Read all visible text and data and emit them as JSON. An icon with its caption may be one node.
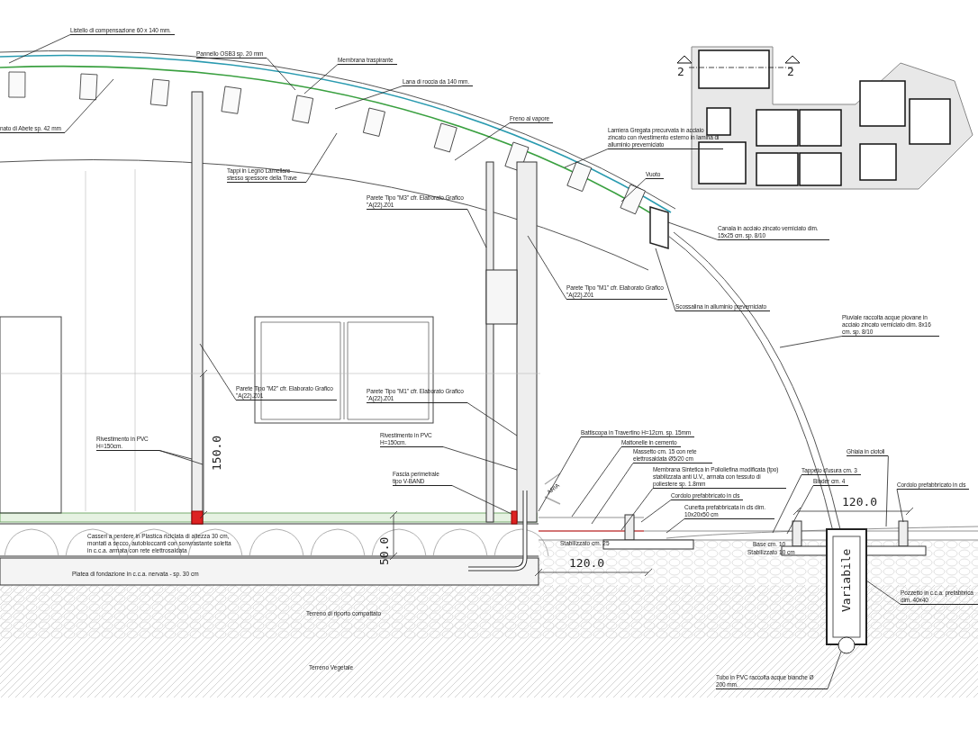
{
  "diagram": {
    "nodes": [
      {
        "text": [
          "Listello di compensazione 60 x 140 mm."
        ]
      },
      {
        "text": [
          "nato di Abete sp. 42 mm"
        ]
      },
      {
        "text": [
          "Pannello OSB3 sp. 20 mm"
        ]
      },
      {
        "text": [
          "Membrana traspirante"
        ]
      },
      {
        "text": [
          "Lana di roccia  da 140 mm."
        ]
      },
      {
        "text": [
          "Freno al vapore"
        ]
      },
      {
        "text": [
          "Tappi in Legno Lamellare stesso spessore della Trave"
        ]
      },
      {
        "text": [
          "Lamiera Gregata  precurvata in acciaio zincato con rivestimento esterno in lamina di alluminio preverniciato"
        ]
      },
      {
        "text": [
          "Vuoto"
        ]
      },
      {
        "text": [
          "Parete Tipo \"M3\" cfr. Elaborato Grafico \"A(22).Z01"
        ]
      },
      {
        "text": [
          "Canala in acciaio zincato verniciato dim. 15x25 cm. sp. 8/10"
        ]
      },
      {
        "text": [
          "Parete Tipo \"M1\" cfr. Elaborato Grafico \"A(22).Z01"
        ]
      },
      {
        "text": [
          "Scossalina in alluminio preverniciato"
        ]
      },
      {
        "text": [
          "Pluviale raccolta acque piovane in acciaio zincato verniciato dim. 8x16 cm. sp. 8/10"
        ]
      },
      {
        "text": [
          "Parete Tipo \"M2\" cfr. Elaborato Grafico \"A(22).Z01"
        ]
      },
      {
        "text": [
          "Parete Tipo \"M1\" cfr. Elaborato Grafico \"A(22).Z01"
        ]
      },
      {
        "text": [
          "Rivestimento in PVC H=150cm."
        ]
      },
      {
        "text": [
          "Rivestimento in PVC H=150cm."
        ]
      },
      {
        "text": [
          "Fascia perimetrale tipo V-BAND"
        ]
      },
      {
        "text": [
          "Battiscopa in Travertino H=12cm. sp. 15mm"
        ]
      },
      {
        "text": [
          "Mattonelle in cemento"
        ]
      },
      {
        "text": [
          "Massetto cm. 15 con rete elettrosaldata Ø5/20 cm"
        ]
      },
      {
        "text": [
          "Membrana Sintetica in Polioliefina modificata  (tpo) stabilizzata anti U.V., armata con tessuto di poliestere sp. 1.8mm"
        ]
      },
      {
        "text": [
          "Cordolo prefabbricato in cls"
        ]
      },
      {
        "text": [
          "Cunetta prefabbricata in cls dim. 10x20x50 cm"
        ]
      },
      {
        "text": [
          "Tappeto d'usura  cm. 3"
        ]
      },
      {
        "text": [
          "Binder  cm. 4"
        ]
      },
      {
        "text": [
          "Ghiaia in  ciotoli"
        ]
      },
      {
        "text": [
          "Cordolo prefabbricato in cls"
        ]
      },
      {
        "text": [
          "Pozzetto in c.c.a. prefabbrica dim. 40x40"
        ]
      },
      {
        "text": [
          "Tubo in PVC raccolta acque bianche Ø 200 mm."
        ]
      },
      {
        "text": [],
        "shape": "box"
      },
      {
        "text": [],
        "shape": "circle"
      }
    ],
    "edges": [
      {
        "from": 0,
        "to": null,
        "arrow": "none"
      },
      {
        "from": 1,
        "to": null,
        "arrow": "none"
      },
      {
        "from": 2,
        "to": null,
        "arrow": "none"
      },
      {
        "from": 3,
        "to": null,
        "arrow": "none"
      },
      {
        "from": 4,
        "to": null,
        "arrow": "none"
      },
      {
        "from": 5,
        "to": null,
        "arrow": "none"
      },
      {
        "from": 6,
        "to": null,
        "arrow": "none"
      },
      {
        "from": 7,
        "to": null,
        "arrow": "none"
      },
      {
        "from": 8,
        "to": null,
        "arrow": "none"
      },
      {
        "from": 9,
        "to": null,
        "arrow": "none"
      },
      {
        "from": 10,
        "to": null,
        "arrow": "none"
      },
      {
        "from": 11,
        "to": null,
        "arrow": "none"
      },
      {
        "from": 12,
        "to": null,
        "arrow": "none"
      },
      {
        "from": 13,
        "to": null,
        "arrow": "none"
      },
      {
        "from": 14,
        "to": null,
        "arrow": "none"
      },
      {
        "from": 15,
        "to": null,
        "arrow": "none"
      },
      {
        "from": 16,
        "to": null,
        "arrow": "none"
      },
      {
        "from": 16,
        "to": null,
        "arrow": "none"
      },
      {
        "from": 17,
        "to": null,
        "arrow": "none"
      },
      {
        "from": 18,
        "to": null,
        "arrow": "none"
      },
      {
        "from": 19,
        "to": null,
        "arrow": "none"
      },
      {
        "from": 20,
        "to": null,
        "arrow": "none"
      },
      {
        "from": 21,
        "to": null,
        "arrow": "none"
      },
      {
        "from": 22,
        "to": null,
        "arrow": "none"
      },
      {
        "from": 23,
        "to": null,
        "arrow": "none"
      },
      {
        "from": 24,
        "to": null,
        "arrow": "none"
      },
      {
        "from": 25,
        "to": null,
        "arrow": "none"
      },
      {
        "from": 26,
        "to": null,
        "arrow": "none"
      },
      {
        "from": 27,
        "to": null,
        "arrow": "none"
      },
      {
        "from": 28,
        "to": null,
        "arrow": "none"
      },
      {
        "from": 29,
        "to": 31,
        "arrow": "none"
      },
      {
        "from": 30,
        "to": 32,
        "arrow": "none"
      }
    ],
    "labels": [
      "2",
      "2",
      "150.0",
      "ARIA",
      "Casseri a perdere in Plastica riciclata di altezza 30 cm, montati a secco, autobloccanti con sonvrastante soletta in c.c.a. armata con rete elettrosaldata",
      "50.0",
      "120.0",
      "Stabilizzato cm. 25",
      "Base cm. 10",
      "Stabilizzato 10 cm",
      "Variabile",
      "120.0",
      "Platea di fondazione in c.c.a. nervata - sp. 30 cm",
      "Terreno di riporto compattato",
      "Terreno Vegetale"
    ]
  }
}
